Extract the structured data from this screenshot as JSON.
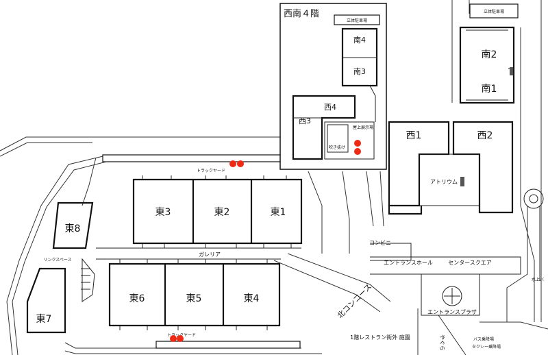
{
  "inset": {
    "title": "西南４階"
  },
  "halls": {
    "east1": "東1",
    "east2": "東2",
    "east3": "東3",
    "east4": "東4",
    "east5": "東5",
    "east6": "東6",
    "east7": "東7",
    "east8": "東8",
    "west1": "西1",
    "west2": "西2",
    "west3": "西3",
    "west4": "西4",
    "south1": "南1",
    "south2": "南2",
    "south3": "南3",
    "south4": "南4"
  },
  "labels": {
    "parking_top": "立体駐車場",
    "parking_inset": "立体駐車場",
    "rooftop": "屋上展示場",
    "atrium_void": "吹き抜け",
    "truck_yard_north": "トラックヤード",
    "truck_yard_south": "トラックヤード",
    "atrium": "アトリウム",
    "galleria": "ガレリア",
    "link_space": "リンクスペース",
    "convenience": "コンビニ",
    "entrance_hall": "エントランスホール",
    "center_square": "センタースクエア",
    "north_concourse": "北コンコース",
    "entrance_plaza": "エントランスプラザ",
    "restaurant_garden": "1階レストラン街外 庭園",
    "yaguchi": "やぐら",
    "bus_taxi_1": "バス乗降場",
    "bus_taxi_2": "タクシー乗降場",
    "water": "水上バ"
  },
  "colors": {
    "marker": "#ee2a14",
    "wall": "#111111"
  }
}
